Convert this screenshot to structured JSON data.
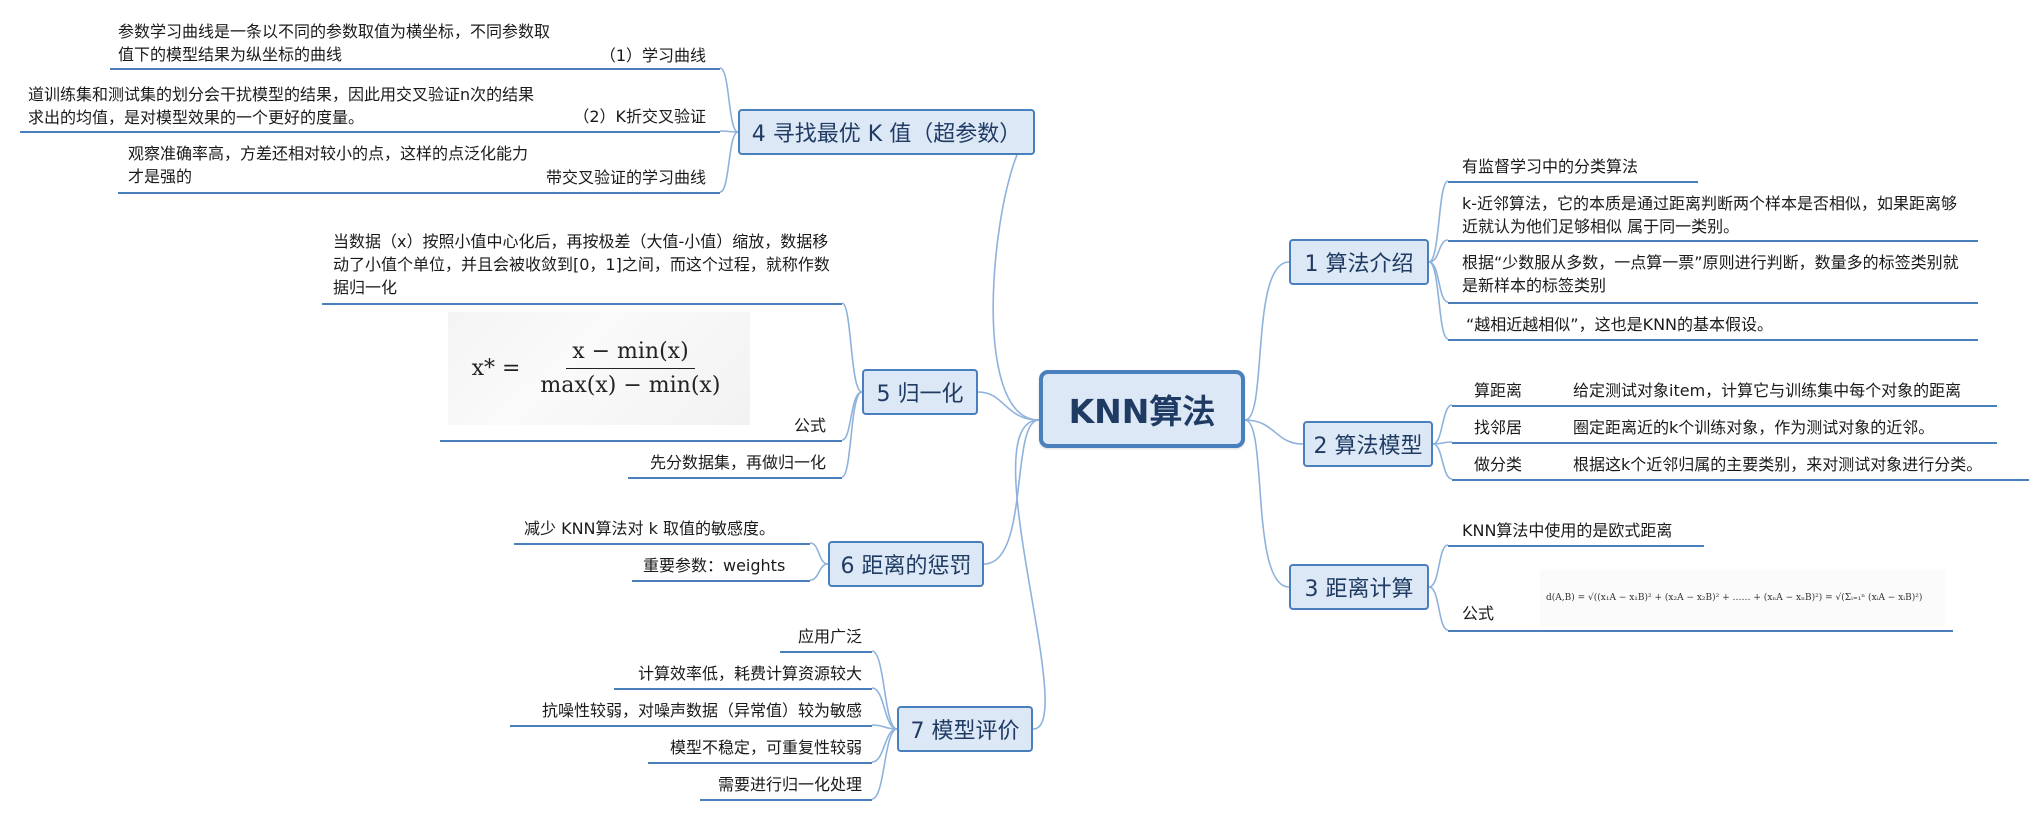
{
  "root": {
    "label": "KNN算法"
  },
  "topics": {
    "t1": {
      "label": "1 算法介绍",
      "items": [
        "有监督学习中的分类算法",
        "k-近邻算法，它的本质是通过距离判断两个样本是否相似，如果距离够近就认为他们足够相似 属于同一类别。",
        "根据“少数服从多数，一点算一票”原则进行判断，数量多的标签类别就是新样本的标签类别",
        "“越相近越相似”，这也是KNN的基本假设。"
      ]
    },
    "t2": {
      "label": "2 算法模型",
      "rows": [
        {
          "key": "算距离",
          "value": "给定测试对象item，计算它与训练集中每个对象的距离"
        },
        {
          "key": "找邻居",
          "value": "圈定距离近的k个训练对象，作为测试对象的近邻。"
        },
        {
          "key": "做分类",
          "value": "根据这k个近邻归属的主要类别，来对测试对象进行分类。"
        }
      ]
    },
    "t3": {
      "label": "3 距离计算",
      "items": [
        "KNN算法中使用的是欧式距离",
        "公式"
      ],
      "formula": "d(A,B) = √((x₁A − x₁B)² + (x₂A − x₂B)² + …… + (xₙA − xₙB)²) = √(Σᵢ₌₁ⁿ (xᵢA − xᵢB)²)"
    },
    "t4": {
      "label": "4 寻找最优 K 值（超参数）",
      "items": [
        {
          "label": "（1）学习曲线",
          "detail": "参数学习曲线是一条以不同的参数取值为横坐标，不同参数取值下的模型结果为纵坐标的曲线"
        },
        {
          "label": "（2）K折交叉验证",
          "detail": "道训练集和测试集的划分会干扰模型的结果，因此用交叉验证n次的结果求出的均值，是对模型效果的一个更好的度量。"
        },
        {
          "label": "带交叉验证的学习曲线",
          "detail": "观察准确率高，方差还相对较小的点，这样的点泛化能力才是强的"
        }
      ]
    },
    "t5": {
      "label": "5 归一化",
      "desc": "当数据（x）按照小值中心化后，再按极差（大值-小值）缩放，数据移动了小值个单位，并且会被收敛到[0，1]之间，而这个过程，就称作数据归一化",
      "formula_label": "公式",
      "formula": {
        "lhs": "x* =",
        "num": "x − min(x)",
        "den": "max(x) − min(x)"
      },
      "note": "先分数据集，再做归一化"
    },
    "t6": {
      "label": "6 距离的惩罚",
      "items": [
        "减少 KNN算法对 k 取值的敏感度。",
        "重要参数：weights"
      ]
    },
    "t7": {
      "label": "7 模型评价",
      "items": [
        "应用广泛",
        "计算效率低，耗费计算资源较大",
        "抗噪性较弱，对噪声数据（异常值）较为敏感",
        "模型不稳定，可重复性较弱",
        "需要进行归一化处理"
      ]
    }
  },
  "colors": {
    "line": "#4a7fbd",
    "connector": "#8fb2dc",
    "topic_fill": "#dde8f6",
    "text": "#1a1a1a",
    "topic_text": "#1f3b63"
  }
}
